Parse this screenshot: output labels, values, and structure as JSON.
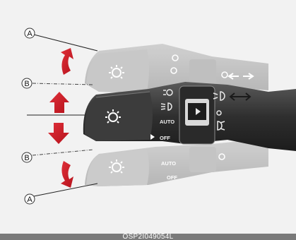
{
  "callouts": {
    "a_top": "A",
    "b_top": "B",
    "b_bottom": "B",
    "a_bottom": "A"
  },
  "switch_labels": {
    "auto": "AUTO",
    "off": "OFF",
    "ghost_auto": "AUTO",
    "ghost_off": "OFF"
  },
  "figure_code": "OSP2I049054L",
  "colors": {
    "background": "#f2f2f2",
    "arrow_red": "#d2232a",
    "stalk_dark": "#3a3a3a",
    "code_bar": "#7a7a7a"
  },
  "icons": {
    "upper_arrow": "curved-up-arrow-icon",
    "lower_arrow": "curved-down-arrow-icon",
    "up_arrow": "up-arrow-icon",
    "down_arrow": "down-arrow-icon",
    "headlight": "headlight-icon",
    "turn_signal": "turn-signal-arrows-icon"
  }
}
